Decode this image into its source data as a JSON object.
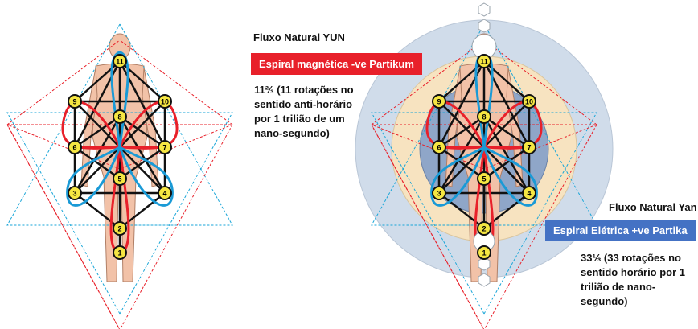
{
  "yun": {
    "title": "Fluxo Natural YUN",
    "badge": "Espiral magnética -ve Partikum",
    "badge_color": "#e8202a",
    "desc": "11⅔ (11 rotações no\nsentido anti-horário\npor 1 trilião de um\nnano-segundo)"
  },
  "yan": {
    "title": "Fluxo Natural Yan",
    "badge": "Espiral Elétrica +ve Partika",
    "badge_color": "#4472c4",
    "desc": "33⅓ (33 rotações no\nsentido horário por 1\ntrilião de nano-\nsegundo)"
  },
  "nodes": {
    "left": [
      "11",
      "9",
      "10",
      "8",
      "6",
      "7",
      "5",
      "3",
      "4",
      "2",
      "1"
    ],
    "right": [
      "11",
      "9",
      "10",
      "8",
      "6",
      "7",
      "5",
      "3",
      "4",
      "2",
      "1"
    ]
  },
  "colors": {
    "magnetic_loop": "#e8202a",
    "electric_loop": "#1a9ad6",
    "tree_lines": "#111111",
    "node_fill": "#f5e642",
    "body_skin": "#f2c2a8",
    "outer_circle": "#d0dcea",
    "middle_circle": "#f7e3c0",
    "inner_circle": "#8fa6c8"
  }
}
